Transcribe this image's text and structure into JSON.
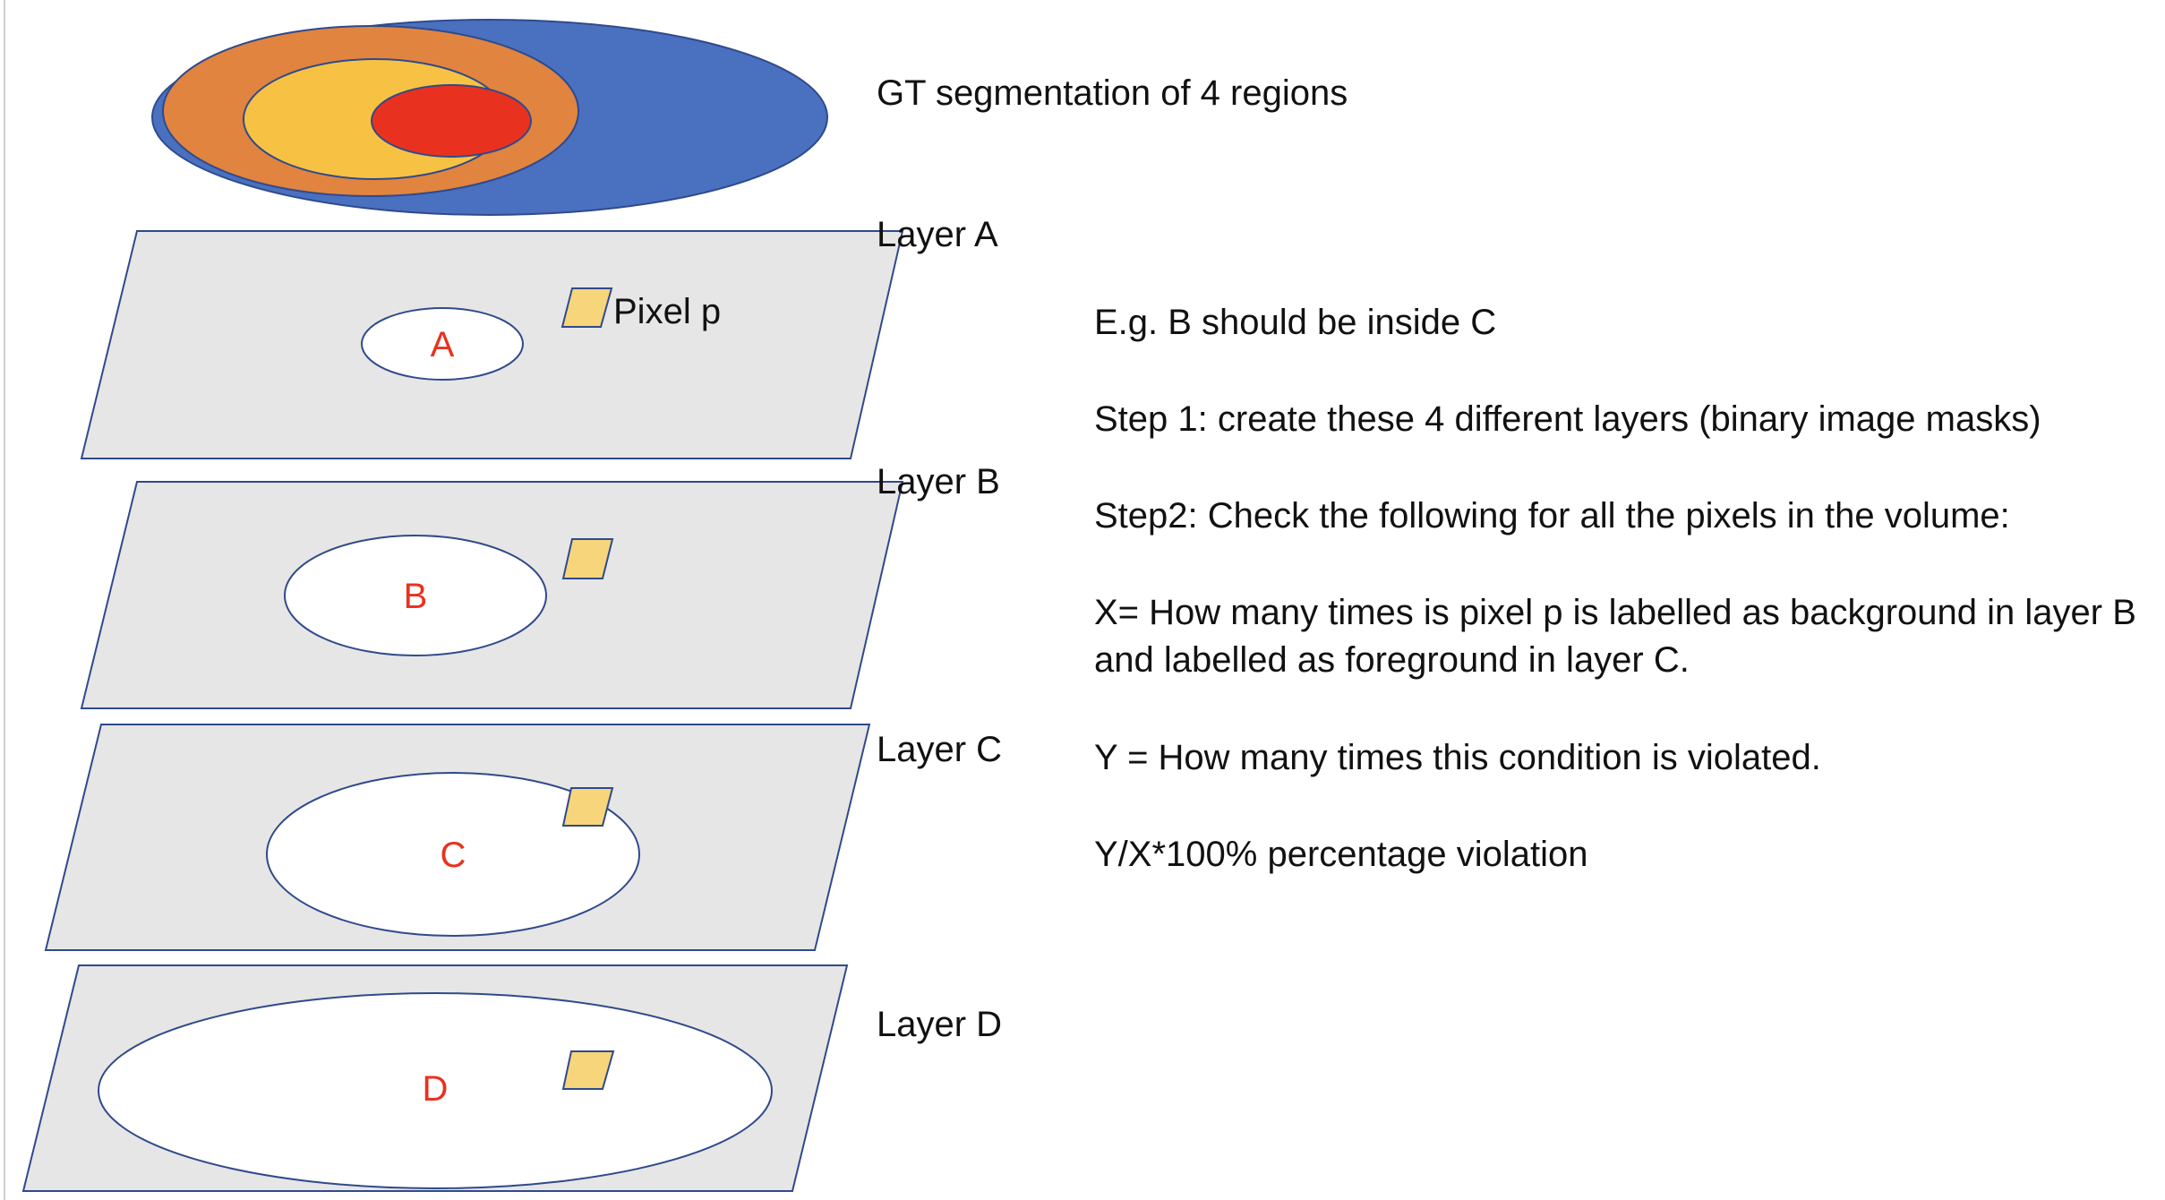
{
  "gt": {
    "title": "GT segmentation of 4 regions",
    "colors": {
      "outer": "#4A70C0",
      "ring2": "#E08440",
      "ring3": "#F7C244",
      "core": "#E8321F"
    }
  },
  "layers": [
    {
      "label": "Layer A",
      "region": "A"
    },
    {
      "label": "Layer B",
      "region": "B"
    },
    {
      "label": "Layer C",
      "region": "C"
    },
    {
      "label": "Layer D",
      "region": "D"
    }
  ],
  "pixel_label": "Pixel p",
  "colors": {
    "plane_fill": "#E6E6E6",
    "outline": "#2F4A8C",
    "region_text": "#E8321F",
    "pixel_fill": "#F7D57A"
  },
  "notes": {
    "example": "E.g.  B should be inside C",
    "step1": "Step 1: create these 4 different layers (binary image masks)",
    "step2": "Step2: Check the following for all the pixels in the volume:",
    "x_line1": "X= How many times is pixel p is labelled as background in layer B",
    "x_line2": "and labelled as foreground in layer C.",
    "y_def": "Y = How many times this condition is violated.",
    "ratio": "Y/X*100%   percentage violation"
  }
}
